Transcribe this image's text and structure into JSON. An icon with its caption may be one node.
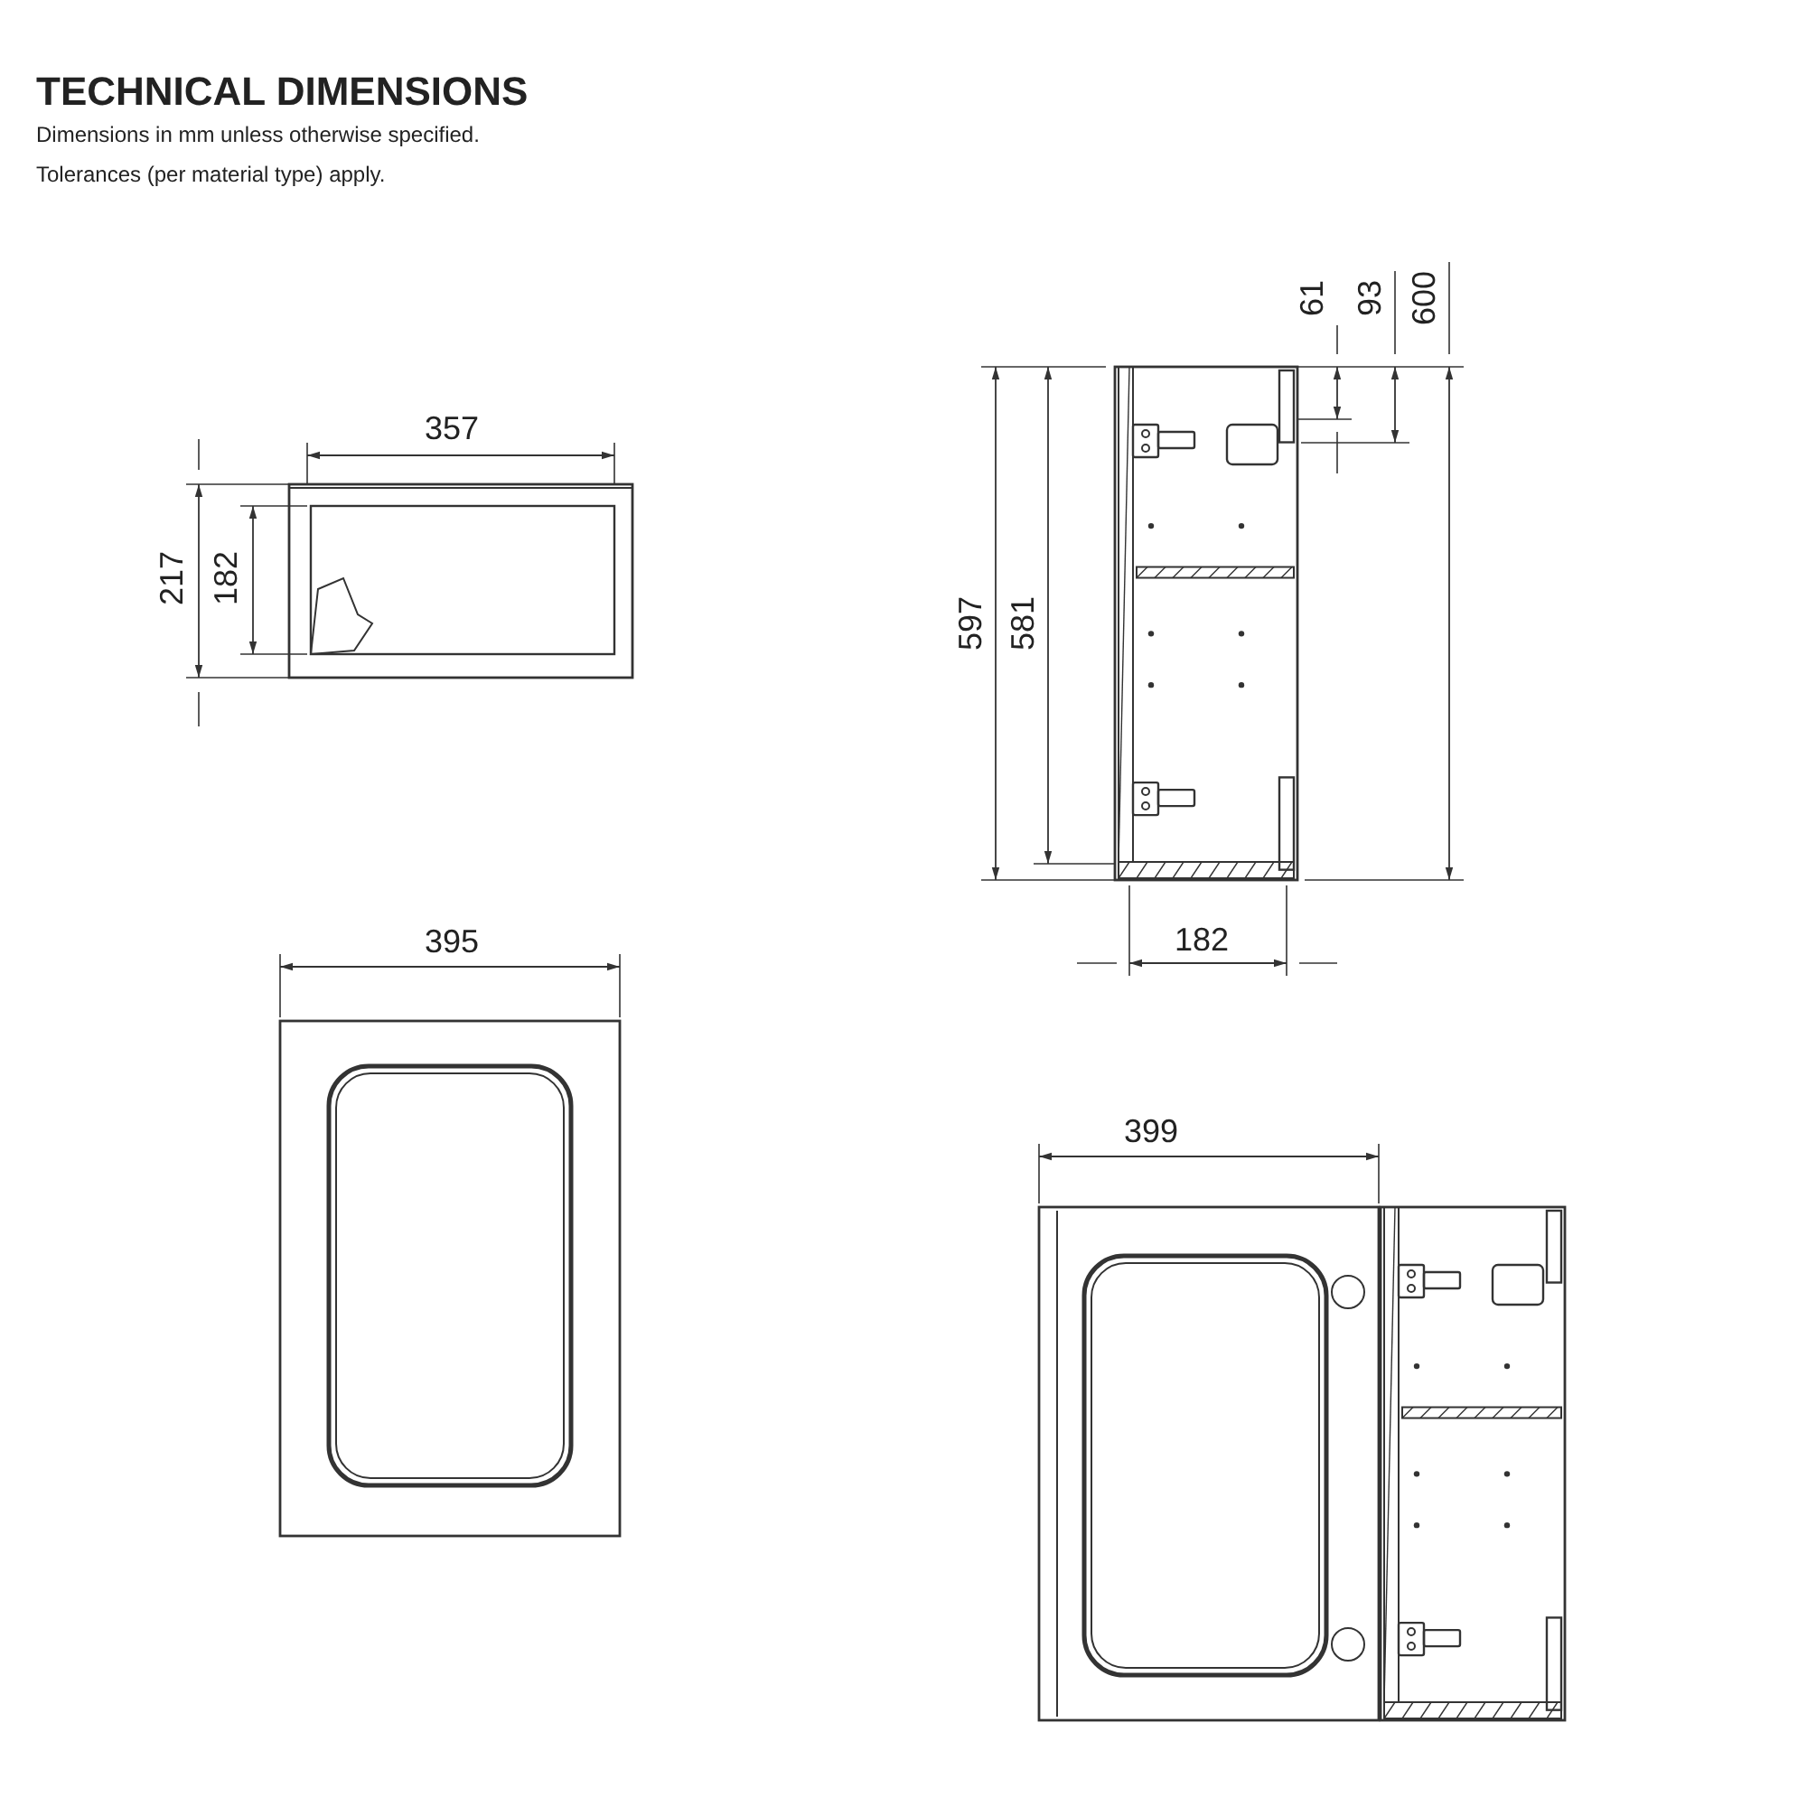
{
  "diagram": {
    "title": "TECHNICAL DIMENSIONS",
    "labels": [
      "Dimensions in mm unless otherwise specified.",
      "Tolerances (per material type) apply.",
      "357",
      "217",
      "182",
      "61",
      "93",
      "600",
      "597",
      "581",
      "395",
      "182",
      "399"
    ]
  }
}
